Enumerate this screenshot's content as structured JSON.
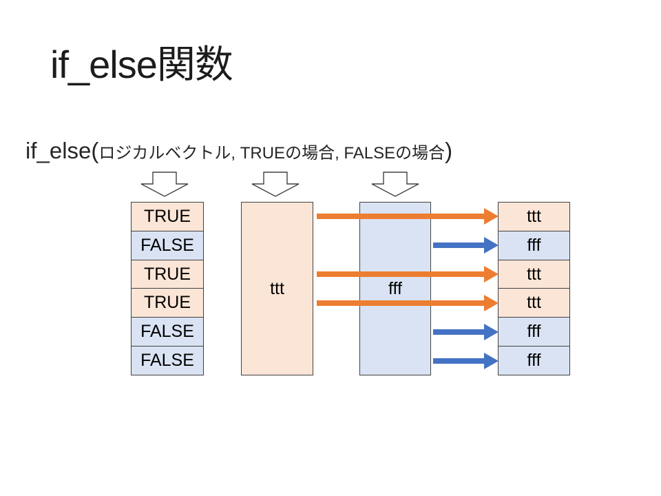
{
  "slide": {
    "title": "if_else関数",
    "signature": {
      "fn_open": "if_else(",
      "arg_logical": "ロジカルベクトル",
      "comma1": ", ",
      "arg_true": "TRUEの場合",
      "comma2": ", ",
      "arg_false": "FALSEの場合",
      "fn_close": ")"
    },
    "logical_vector": {
      "values": [
        "TRUE",
        "FALSE",
        "TRUE",
        "TRUE",
        "FALSE",
        "FALSE"
      ]
    },
    "true_block": {
      "label": "ttt"
    },
    "false_block": {
      "label": "fff"
    },
    "result_vector": {
      "values": [
        "ttt",
        "fff",
        "ttt",
        "ttt",
        "fff",
        "fff"
      ]
    },
    "icons": {
      "down_arrow": "block-down-arrow",
      "true_arrow": "right-arrow-orange",
      "false_arrow": "right-arrow-blue"
    },
    "colors": {
      "true_fill": "#FBE5D6",
      "false_fill": "#DAE3F3",
      "true_arrow": "#ED7D31",
      "false_arrow": "#4472C4",
      "border": "#404040",
      "text": "#000000"
    }
  }
}
